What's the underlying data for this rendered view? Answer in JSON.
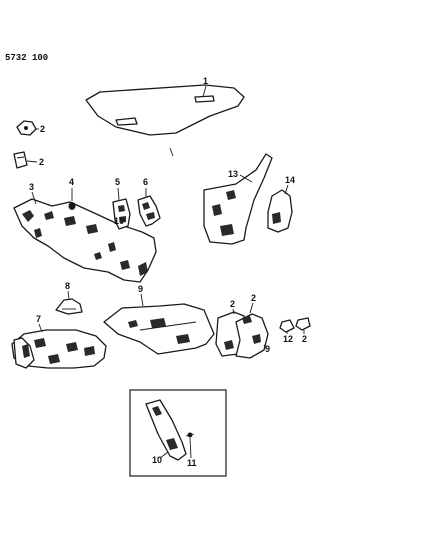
{
  "document": {
    "number": "5732  100"
  },
  "callouts": {
    "headliner": "1",
    "clip_upper_1": "2",
    "clip_upper_2": "2",
    "dash_silencer": "3",
    "plug": "4",
    "bracket_5": "5",
    "bracket_6": "6",
    "front_floor_mat": "7",
    "grommet": "8",
    "rear_floor_mat": "9",
    "quarter_panel": "9",
    "quarter_clip_a": "2",
    "quarter_clip_b": "2",
    "clip_12": "12",
    "clip_lower_right": "2",
    "pillar_trim": "13",
    "pillar_cover": "14",
    "inset_panel": "10",
    "inset_screw": "11",
    "bracket_5_sub": "10"
  }
}
